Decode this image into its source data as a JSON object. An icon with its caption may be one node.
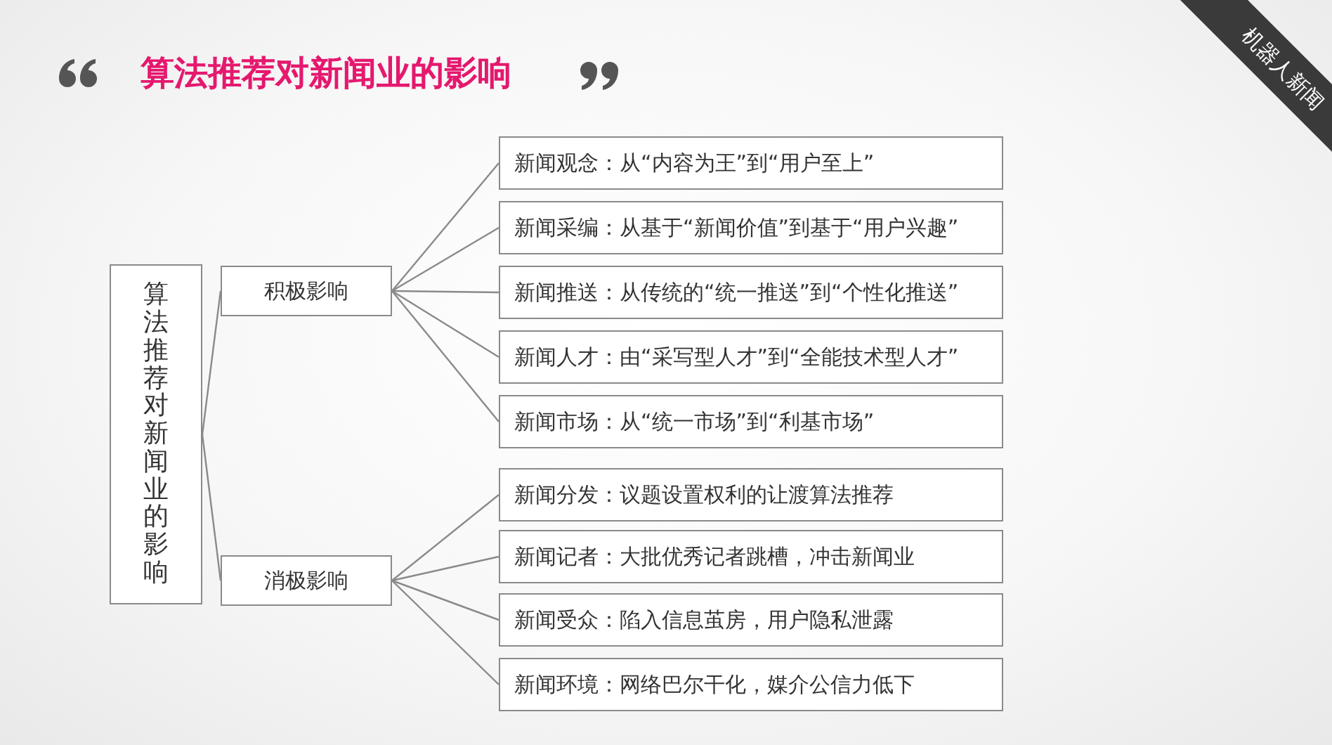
{
  "diagram": {
    "title": "算法推荐对新闻业的影响",
    "nodes": [
      {
        "text": [
          "算法推荐对新闻业的影响"
        ]
      },
      {
        "text": [
          "积极影响"
        ]
      },
      {
        "text": [
          "消极影响"
        ]
      },
      {
        "text": [
          "新闻观念：从“内容为王”到“用户至上”"
        ]
      },
      {
        "text": [
          "新闻采编：从基于“新闻价值”到基于“用户兴趣”"
        ]
      },
      {
        "text": [
          "新闻推送：从传统的“统一推送”到“个性化推送”"
        ]
      },
      {
        "text": [
          "新闻人才：由“采写型人才”到“全能技术型人才”"
        ]
      },
      {
        "text": [
          "新闻市场：从“统一市场”到“利基市场”"
        ]
      },
      {
        "text": [
          "新闻分发：议题设置权利的让渡算法推荐"
        ]
      },
      {
        "text": [
          "新闻记者：大批优秀记者跳槽，冲击新闻业"
        ]
      },
      {
        "text": [
          "新闻受众：陷入信息茧房，用户隐私泄露"
        ]
      },
      {
        "text": [
          "新闻环境：网络巴尔干化，媒介公信力低下"
        ]
      }
    ],
    "edges": [
      {
        "from": 0,
        "to": 1,
        "arrow": "none"
      },
      {
        "from": 0,
        "to": 2,
        "arrow": "none"
      },
      {
        "from": 1,
        "to": 3,
        "arrow": "none"
      },
      {
        "from": 1,
        "to": 4,
        "arrow": "none"
      },
      {
        "from": 1,
        "to": 5,
        "arrow": "none"
      },
      {
        "from": 1,
        "to": 6,
        "arrow": "none"
      },
      {
        "from": 1,
        "to": 7,
        "arrow": "none"
      },
      {
        "from": 2,
        "to": 8,
        "arrow": "none"
      },
      {
        "from": 2,
        "to": 9,
        "arrow": "none"
      },
      {
        "from": 2,
        "to": 10,
        "arrow": "none"
      },
      {
        "from": 2,
        "to": 11,
        "arrow": "none"
      }
    ],
    "labels": [
      "机器人新闻"
    ]
  }
}
